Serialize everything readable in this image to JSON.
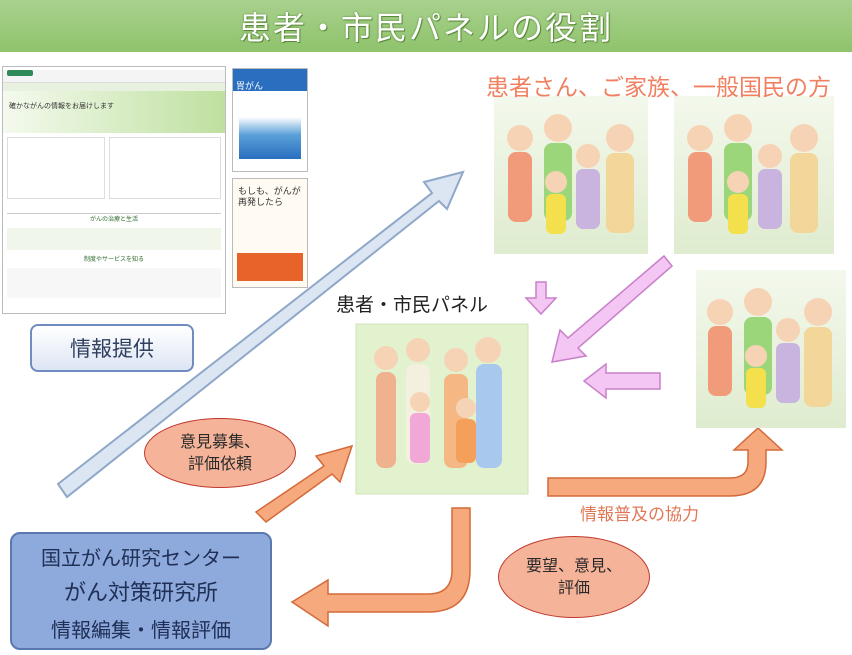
{
  "title": "患者・市民パネルの役割",
  "audience": {
    "title": "患者さん、ご家族、一般国民の方"
  },
  "panel": {
    "label": "患者・市民パネル"
  },
  "info_provision": {
    "label": "情報提供"
  },
  "center": {
    "line1": "国立がん研究センター",
    "line2": "がん対策研究所",
    "line3": "情報編集・情報評価"
  },
  "oval_opinion": {
    "line1": "意見募集、",
    "line2": "評価依頼"
  },
  "oval_request": {
    "line1": "要望、意見、",
    "line2": "評価"
  },
  "cooperation": {
    "label": "情報普及の協力"
  },
  "website": {
    "hero": "確かながんの情報をお届けします",
    "section1": "がんの治療と生活",
    "section2": "制度やサービスを知る"
  },
  "booklet1": {
    "title": "胃がん"
  },
  "booklet2": {
    "title": "もしも、がんが再発したら"
  },
  "colors": {
    "title_bg": "#a9d18e",
    "accent": "#f08060",
    "center_box": "#8ea9db",
    "arrow_blue": "#dce6f2",
    "arrow_pink": "#f4c6f4"
  }
}
